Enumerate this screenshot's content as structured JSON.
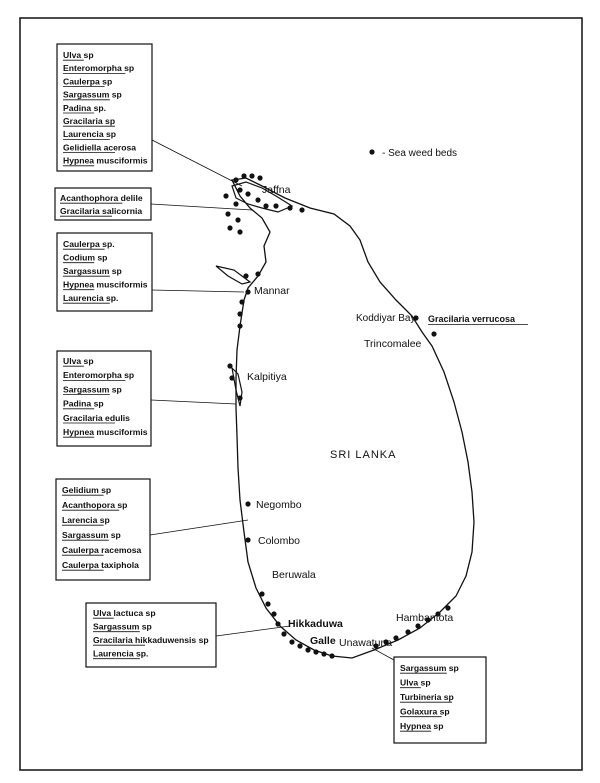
{
  "legend": {
    "label": "- Sea weed beds"
  },
  "country_label": "SRI LANKA",
  "places": [
    "Jaffna",
    "Mannar",
    "Kalpitiya",
    "Negombo",
    "Colombo",
    "Beruwala",
    "Hikkaduwa",
    "Galle",
    "Unawatuna",
    "Hambantota",
    "Koddiyar Bay",
    "Trincomalee"
  ],
  "species_boxes": [
    {
      "id": "jaffna",
      "items": [
        "Ulva sp",
        "Enteromorpha sp",
        "Caulerpa sp",
        "Sargassum sp",
        "Padina sp.",
        "Gracilaria sp",
        "Laurencia sp",
        "Gelidiella acerosa",
        "Hypnea musciformis"
      ]
    },
    {
      "id": "jaffna-lagoon",
      "items": [
        "Acanthophora delile",
        "Gracilaria salicornia"
      ]
    },
    {
      "id": "mannar",
      "items": [
        "Caulerpa sp.",
        "Codium sp",
        "Sargassum sp",
        "Hypnea musciformis",
        "Laurencia sp."
      ]
    },
    {
      "id": "kalpitiya",
      "items": [
        "Ulva sp",
        "Enteromorpha sp",
        "Sargassum sp",
        "Padina sp",
        "Gracilaria edulis",
        "Hypnea musciformis"
      ]
    },
    {
      "id": "negombo",
      "items": [
        "Gelidium sp",
        "Acanthopora sp",
        "Larencia sp",
        "Sargassum sp",
        "Caulerpa racemosa",
        "Caulerpa taxiphola"
      ]
    },
    {
      "id": "hikkaduwa",
      "items": [
        "Ulva lactuca sp",
        "Sargassum sp",
        "Gracilaria hikkaduwensis sp",
        "Laurencia sp."
      ]
    },
    {
      "id": "south",
      "items": [
        "Sargassum sp",
        "Ulva sp",
        "Turbineria sp",
        "Golaxura sp",
        "Hypnea sp"
      ]
    }
  ],
  "east_label": "Gracilaria verrucosa"
}
